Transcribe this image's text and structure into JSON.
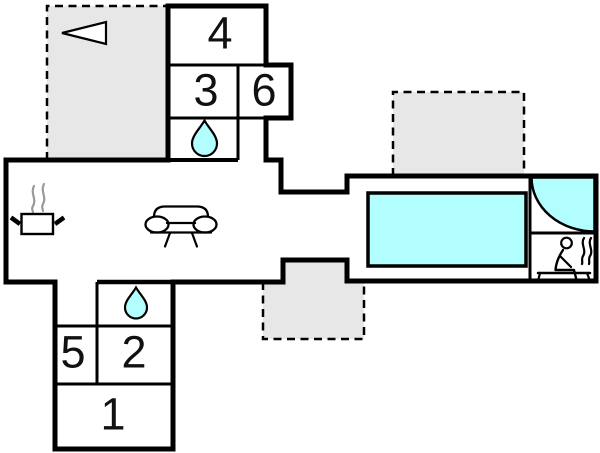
{
  "plan": {
    "type": "vacation-home-floor-plan",
    "rooms": [
      {
        "label": "4"
      },
      {
        "label": "3"
      },
      {
        "label": "6"
      },
      {
        "label": "5"
      },
      {
        "label": "2"
      },
      {
        "label": "1"
      }
    ],
    "icons": {
      "entrance_arrow": "left-pointing-triangle",
      "kitchen": "pot-with-steam",
      "living": "sofa",
      "bathroom_upper": "water-drop",
      "bathroom_lower": "water-drop",
      "pool": "rectangular-pool",
      "corner_shower": "quarter-circle-basin",
      "sauna": "person-on-bench-with-heat-waves"
    },
    "colors": {
      "walls": "#000000",
      "floor": "#ffffff",
      "terrace": "#e7e7e7",
      "water": "#b2fdfe",
      "steam": "#999999"
    }
  }
}
